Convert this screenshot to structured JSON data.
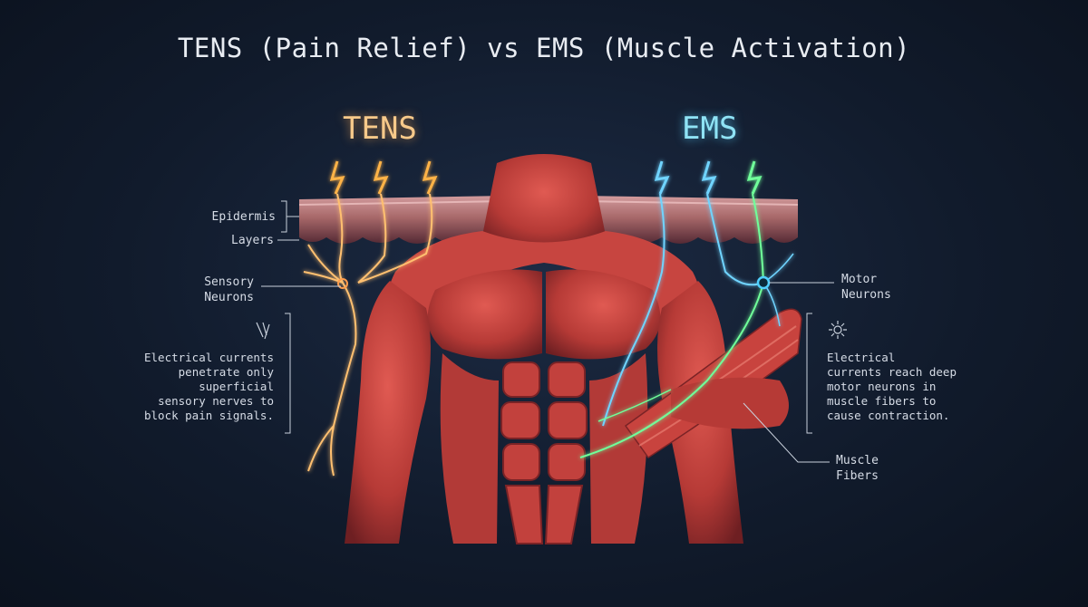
{
  "title": "TENS (Pain Relief) vs EMS (Muscle Activation)",
  "tens": {
    "heading": "TENS",
    "color": "#f7c98a",
    "labels": {
      "epidermis": "Epidermis",
      "layers": "Layers",
      "sensory_neurons": [
        "Sensory",
        "Neurons"
      ]
    },
    "description": [
      "Electrical currents",
      "penetrate only",
      "superficial",
      "sensory nerves to",
      "block pain signals."
    ]
  },
  "ems": {
    "heading": "EMS",
    "color": "#8fe3f5",
    "labels": {
      "motor_neurons": [
        "Motor",
        "Neurons"
      ],
      "muscle_fibers": [
        "Muscle",
        "Fibers"
      ]
    },
    "description": [
      "Electrical",
      "currents reach deep",
      "motor neurons in",
      "muscle fibers to",
      "cause contraction."
    ]
  },
  "colors": {
    "muscle": "#c8433e",
    "divider": "#7fe0ff",
    "ems_green": "#6fff9a"
  }
}
